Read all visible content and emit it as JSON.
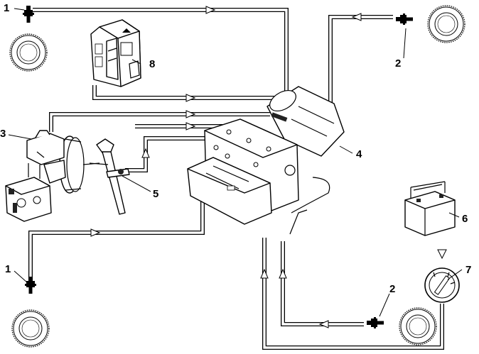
{
  "diagram": {
    "callouts": {
      "sensor_front_left": "1",
      "sensor_rear_left": "1",
      "sensor_front_right": "2",
      "sensor_rear_right": "2",
      "master_cylinder": "3",
      "modulator": "4",
      "brake_pedal_switch": "5",
      "battery": "6",
      "ignition_switch": "7",
      "hazard_switch": "8"
    }
  }
}
